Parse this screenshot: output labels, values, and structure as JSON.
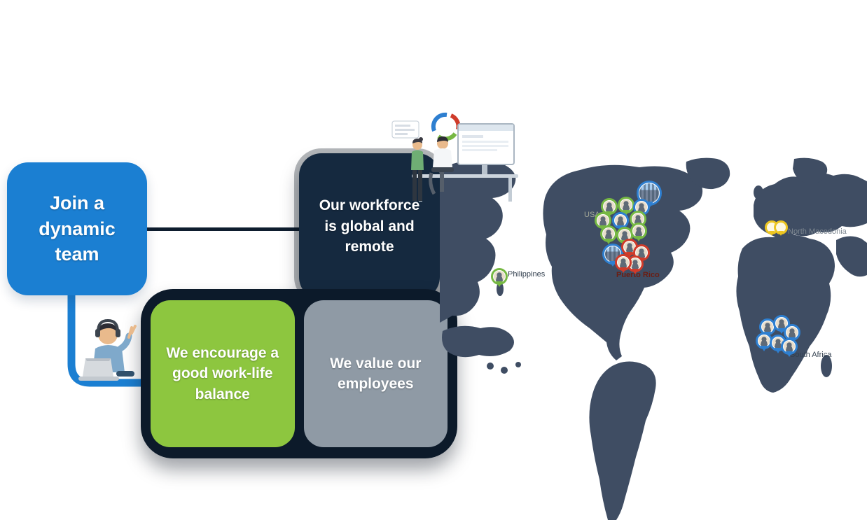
{
  "cards": {
    "join": {
      "label": "Join a dynamic team",
      "color": "#1b7fd2"
    },
    "workforce": {
      "label": "Our workforce is global and remote",
      "color": "#15293f"
    },
    "balance": {
      "label": "We encourage a good work-life balance",
      "color": "#8dc63f"
    },
    "value": {
      "label": "We value our employees",
      "color": "#8f9aa5"
    }
  },
  "map": {
    "locations": [
      {
        "name": "USA",
        "pin_color": "#76b843"
      },
      {
        "name": "Puerto Rico",
        "pin_color": "#cf3b2a"
      },
      {
        "name": "Philippines",
        "pin_color": "#76b843"
      },
      {
        "name": "North Macedonia",
        "pin_color": "#ecc520"
      },
      {
        "name": "South Africa",
        "pin_color": "#2e7fd0"
      }
    ]
  },
  "palette": {
    "card_blue": "#1b7fd2",
    "card_navy": "#15293f",
    "card_green": "#8dc63f",
    "card_gray": "#8f9aa5",
    "map_land": "#3f4d63",
    "connector_dark": "#0e1d2e",
    "connector_blue": "#1b7fd2"
  }
}
